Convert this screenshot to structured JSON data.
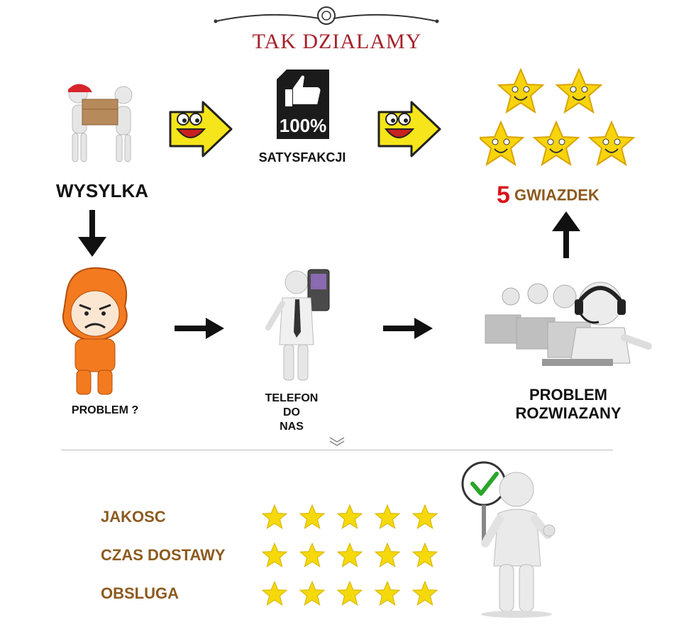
{
  "header": {
    "title": "TAK DZIALAMY"
  },
  "steps": {
    "shipping": "WYSYLKA",
    "satisfaction_badge": "100%",
    "satisfaction": "SATYSFAKCJI",
    "stars_number": "5",
    "stars_word": "GWIAZDEK",
    "problem": "PROBLEM ?",
    "phone_line1": "TELEFON",
    "phone_line2": "DO",
    "phone_line3": "NAS",
    "solved_line1": "PROBLEM",
    "solved_line2": "ROZWIAZANY"
  },
  "ratings": [
    {
      "label": "JAKOSC",
      "stars": 5
    },
    {
      "label": "CZAS DOSTAWY",
      "stars": 5
    },
    {
      "label": "OBSLUGA",
      "stars": 5
    }
  ],
  "colors": {
    "title": "#a6202a",
    "rating_label": "#8c5a1f",
    "star": "#f5d90a",
    "number5": "#d8141c",
    "check": "#2aa52a"
  }
}
